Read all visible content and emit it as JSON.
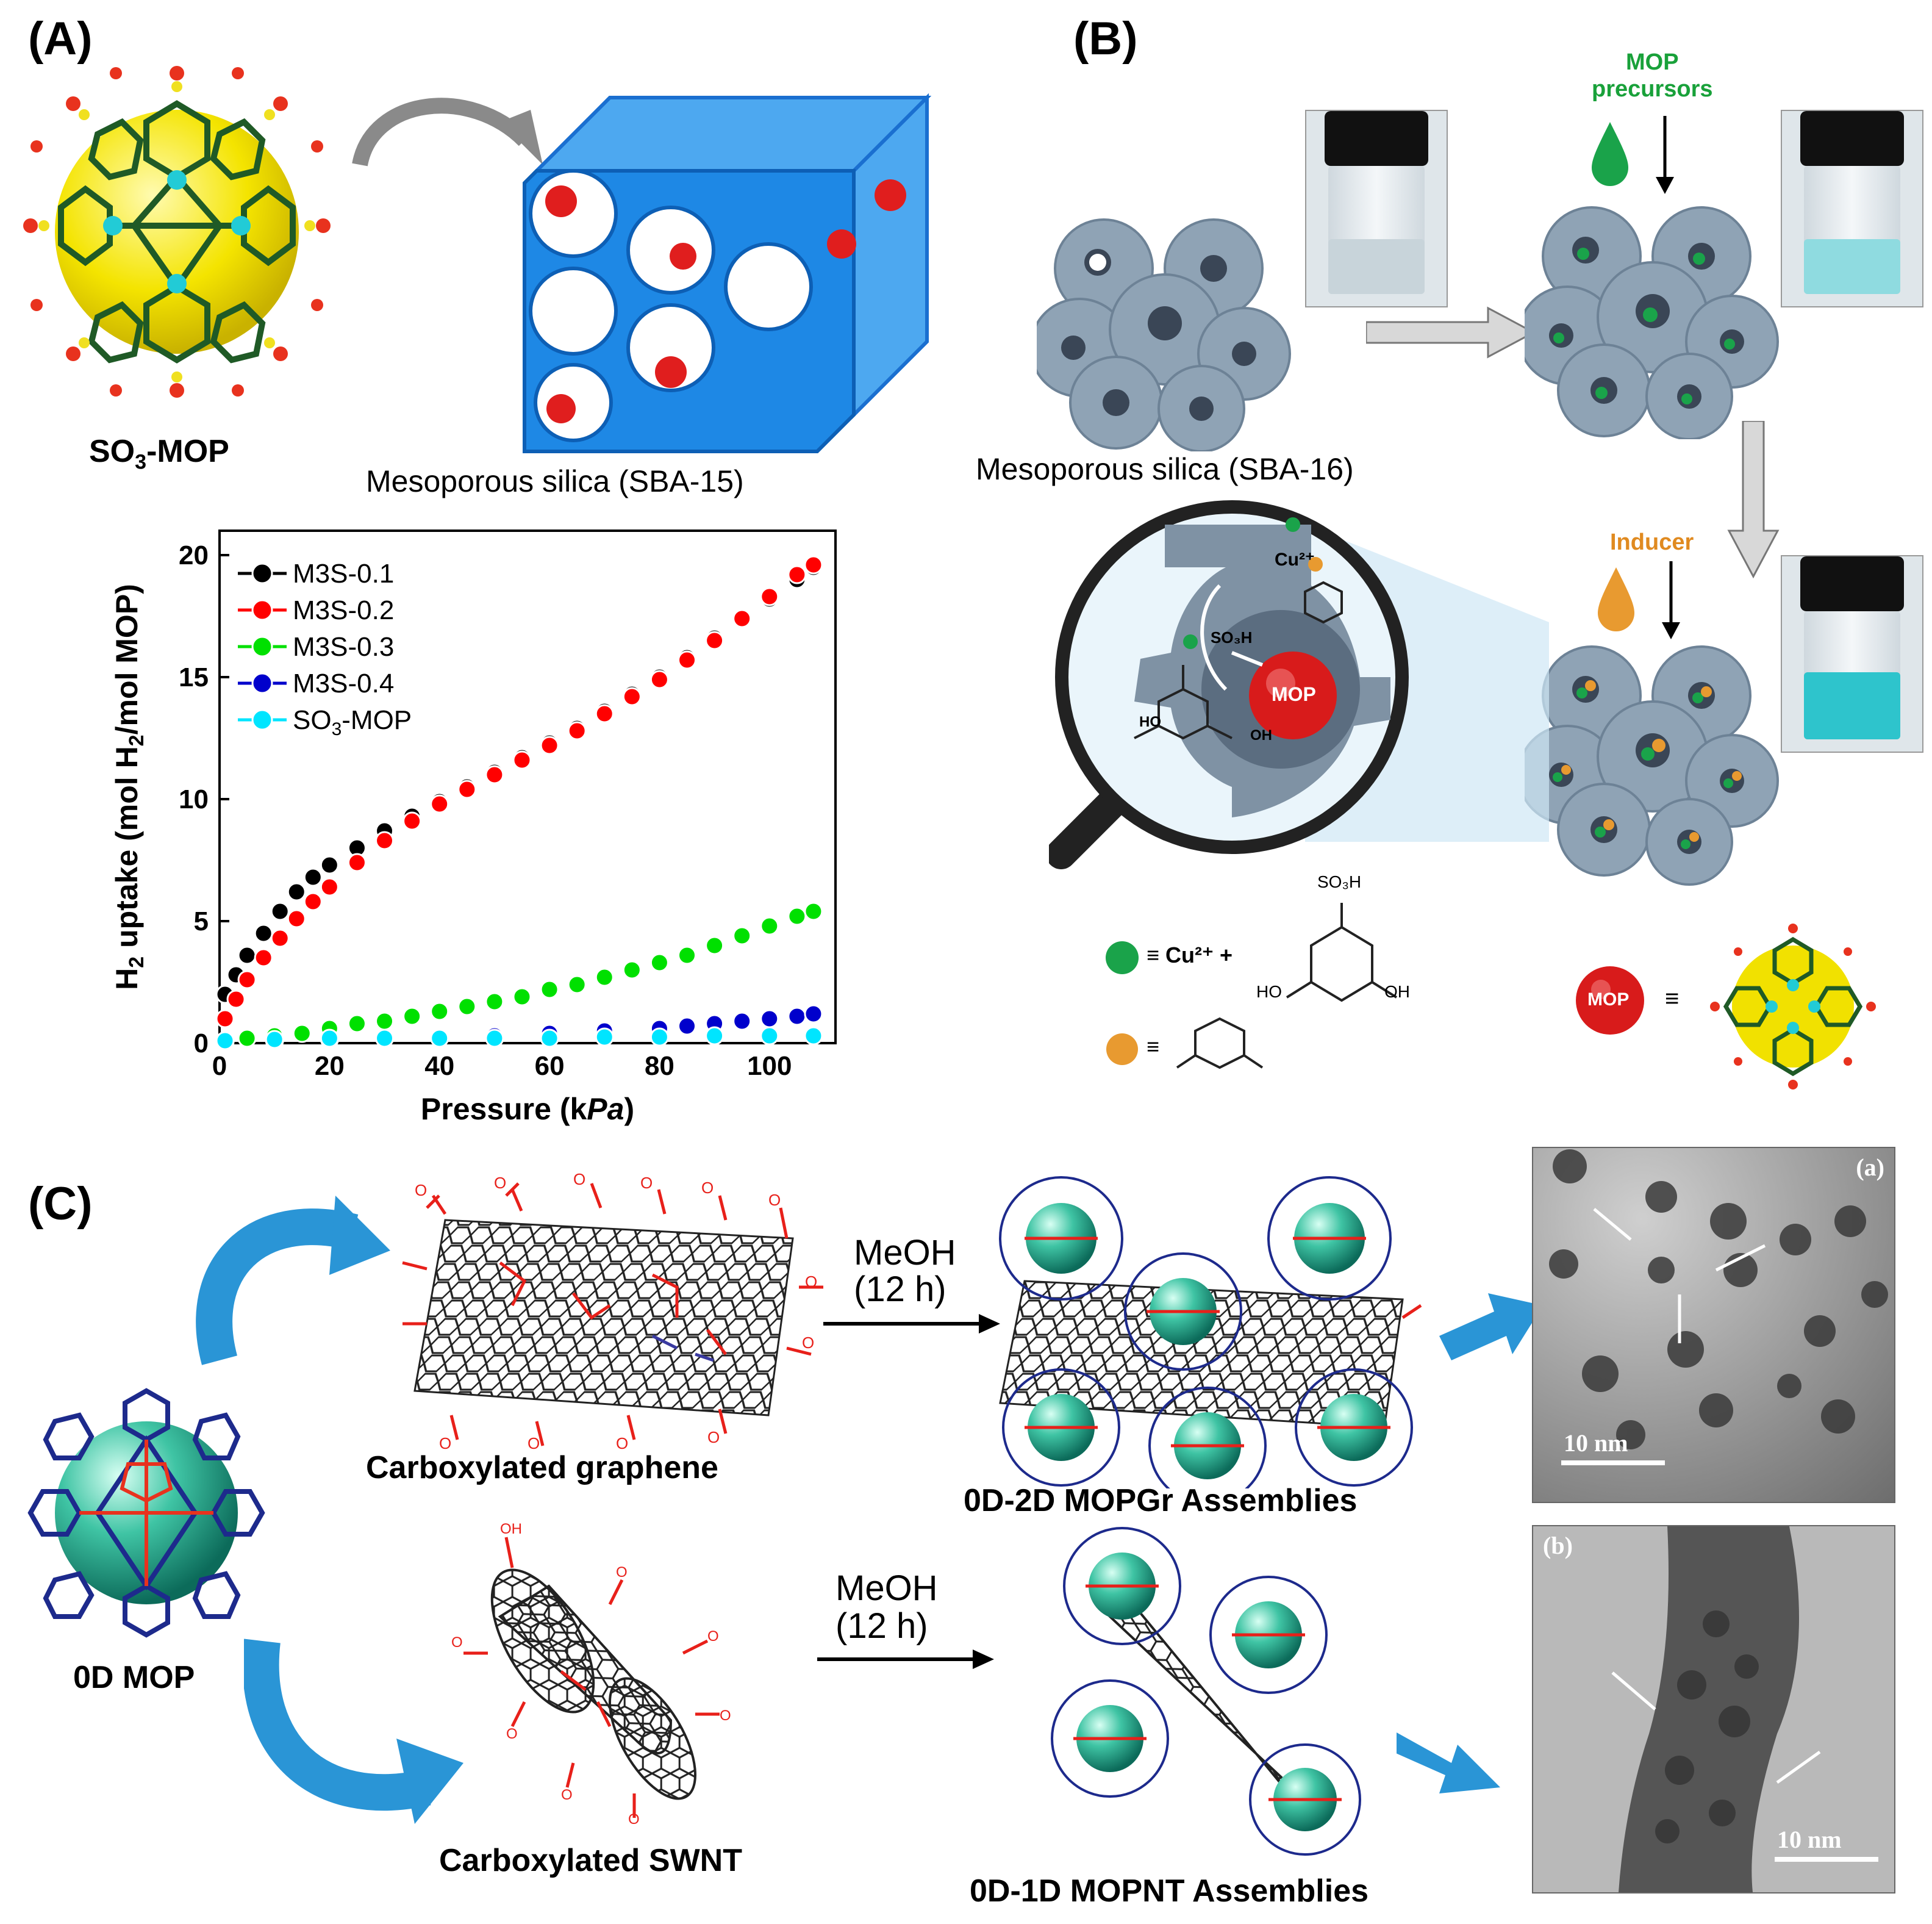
{
  "panels": {
    "a": {
      "label": "(A)",
      "mop_label_pre": "SO",
      "mop_label_sub": "3",
      "mop_label_post": "-MOP",
      "silica_label": "Mesoporous silica (SBA-15)"
    },
    "b": {
      "label": "(B)",
      "silica_label": "Mesoporous silica (SBA-16)",
      "precursors_label_1": "MOP",
      "precursors_label_2": "precursors",
      "inducer_label": "Inducer",
      "mop_ball": "MOP",
      "cu_label": "Cu²⁺",
      "so3h_label": "SO₃H",
      "oh_label_1": "HO",
      "oh_label_2": "OH",
      "key_green": "≡ Cu²⁺ +",
      "key_orange": "≡",
      "key_mop": "≡",
      "key_so3h": "SO₃H",
      "key_ho": "HO",
      "key_oh": "OH"
    },
    "c": {
      "label": "(C)",
      "graphene_label": "Carboxylated graphene",
      "swnt_label": "Carboxylated SWNT",
      "mop0d_label": "0D MOP",
      "assembly_top": "0D-2D MOPGr Assemblies",
      "assembly_bottom": "0D-1D MOPNT Assemblies",
      "cond1_line1": "MeOH",
      "cond1_line2": "(12 h)",
      "cond2_line1": "MeOH",
      "cond2_line2": "(12 h)",
      "tem_a_tag": "(a)",
      "tem_b_tag": "(b)",
      "tem_a_scale": "10 nm",
      "tem_b_scale": "10 nm"
    }
  },
  "colors": {
    "silica_blue": "#1e88e5",
    "mop_red": "#d81b1b",
    "arrow_blue": "#2a95d6",
    "s1": "#000000",
    "s2": "#ff0000",
    "s3": "#00e000",
    "s4": "#0000cc",
    "s5": "#00e5ff"
  },
  "chart_data": {
    "type": "scatter",
    "xlabel_pre": "Pressure (k",
    "xlabel_it": "Pa",
    "xlabel_post": ")",
    "ylabel_pre": "H",
    "ylabel_sub": "2",
    "ylabel_mid": " uptake (mol H",
    "ylabel_sub2": "2",
    "ylabel_post": "/mol MOP)",
    "xlim": [
      0,
      112
    ],
    "ylim": [
      0,
      21
    ],
    "xticks": [
      "0",
      "20",
      "40",
      "60",
      "80",
      "100"
    ],
    "yticks": [
      "0",
      "5",
      "10",
      "15",
      "20"
    ],
    "legend_position": "top-left",
    "series": [
      {
        "name": "M3S-0.1",
        "color_key": "s1",
        "x": [
          1,
          3,
          5,
          8,
          11,
          14,
          17,
          20,
          25,
          30,
          35,
          40,
          45,
          50,
          55,
          60,
          65,
          70,
          75,
          80,
          85,
          90,
          95,
          100,
          105,
          108
        ],
        "y": [
          2.0,
          2.8,
          3.6,
          4.5,
          5.4,
          6.2,
          6.8,
          7.3,
          8.0,
          8.7,
          9.3,
          9.9,
          10.5,
          11.1,
          11.7,
          12.3,
          12.9,
          13.6,
          14.3,
          15.0,
          15.8,
          16.6,
          17.4,
          18.2,
          19.0,
          19.5
        ]
      },
      {
        "name": "M3S-0.2",
        "color_key": "s2",
        "x": [
          1,
          3,
          5,
          8,
          11,
          14,
          17,
          20,
          25,
          30,
          35,
          40,
          45,
          50,
          55,
          60,
          65,
          70,
          75,
          80,
          85,
          90,
          95,
          100,
          105,
          108
        ],
        "y": [
          1.0,
          1.8,
          2.6,
          3.5,
          4.3,
          5.1,
          5.8,
          6.4,
          7.4,
          8.3,
          9.1,
          9.8,
          10.4,
          11.0,
          11.6,
          12.2,
          12.8,
          13.5,
          14.2,
          14.9,
          15.7,
          16.5,
          17.4,
          18.3,
          19.2,
          19.6
        ]
      },
      {
        "name": "M3S-0.3",
        "color_key": "s3",
        "x": [
          1,
          5,
          10,
          15,
          20,
          25,
          30,
          35,
          40,
          45,
          50,
          55,
          60,
          65,
          70,
          75,
          80,
          85,
          90,
          95,
          100,
          105,
          108
        ],
        "y": [
          0.1,
          0.2,
          0.3,
          0.4,
          0.6,
          0.8,
          0.9,
          1.1,
          1.3,
          1.5,
          1.7,
          1.9,
          2.2,
          2.4,
          2.7,
          3.0,
          3.3,
          3.6,
          4.0,
          4.4,
          4.8,
          5.2,
          5.4
        ]
      },
      {
        "name": "M3S-0.4",
        "color_key": "s4",
        "x": [
          1,
          10,
          20,
          30,
          40,
          50,
          60,
          70,
          80,
          85,
          90,
          95,
          100,
          105,
          108
        ],
        "y": [
          0.05,
          0.1,
          0.15,
          0.2,
          0.25,
          0.3,
          0.4,
          0.5,
          0.6,
          0.7,
          0.8,
          0.9,
          1.0,
          1.1,
          1.2
        ]
      },
      {
        "name": "SO3-MOP",
        "name_pre": "SO",
        "name_sub": "3",
        "name_post": "-MOP",
        "color_key": "s5",
        "x": [
          1,
          10,
          20,
          30,
          40,
          50,
          60,
          70,
          80,
          90,
          100,
          108
        ],
        "y": [
          0.1,
          0.15,
          0.2,
          0.2,
          0.2,
          0.2,
          0.2,
          0.25,
          0.25,
          0.3,
          0.3,
          0.3
        ]
      }
    ]
  }
}
